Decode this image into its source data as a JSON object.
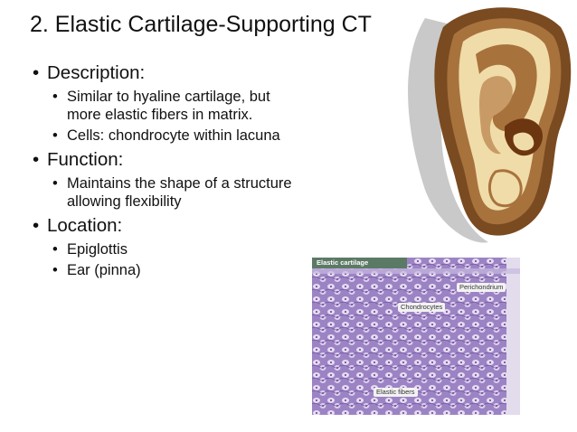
{
  "slide": {
    "title": "2. Elastic Cartilage-Supporting CT",
    "sections": [
      {
        "heading": "Description:",
        "items": [
          "Similar to hyaline cartilage, but more elastic fibers in matrix.",
          "Cells: chondrocyte within lacuna"
        ]
      },
      {
        "heading": "Function:",
        "items": [
          "Maintains the shape of a structure allowing flexibility"
        ]
      },
      {
        "heading": "Location:",
        "items": [
          "Epiglottis",
          "Ear (pinna)"
        ]
      }
    ]
  },
  "ear_illustration": {
    "icon": "ear-icon",
    "colors": {
      "shadow": "#c9c9c9",
      "outer": "#7a4a20",
      "mid": "#a8723d",
      "light": "#f0dca8",
      "inner": "#c89a66",
      "canal": "#6b3610"
    }
  },
  "micrograph": {
    "header": "Elastic cartilage",
    "labels": {
      "perichondrium": "Perichondrium",
      "chondrocytes": "Chondrocytes",
      "elastic_fibers": "Elastic fibers"
    },
    "colors": {
      "bg": "#b9a6d6",
      "cell": "#e6dcf2",
      "fiber": "#6a4c9c",
      "header": "#5b7a66"
    }
  }
}
